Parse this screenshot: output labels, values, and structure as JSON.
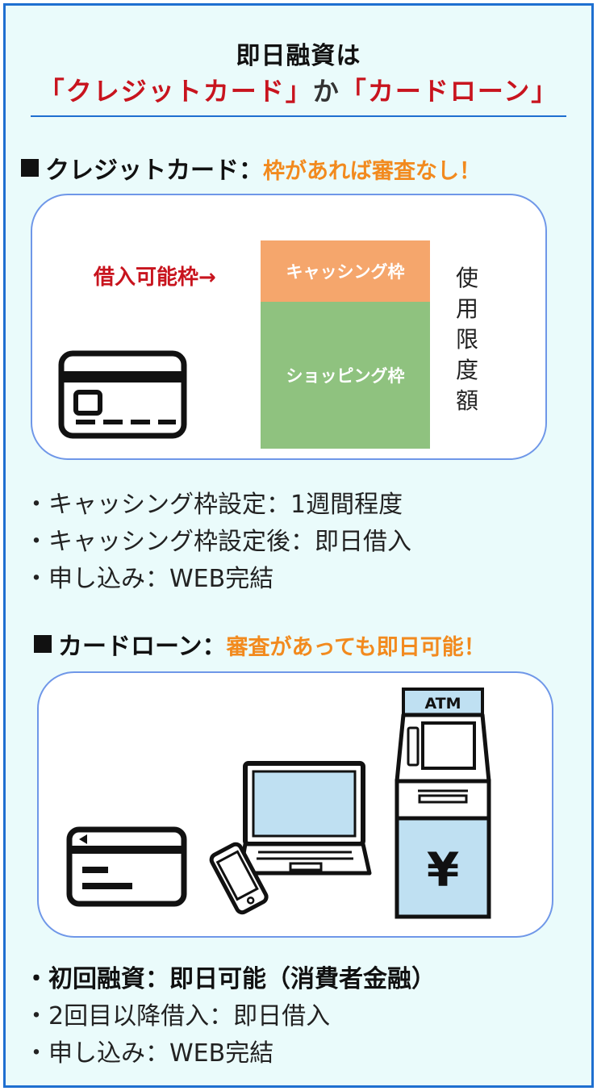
{
  "title": {
    "line1": "即日融資は",
    "line2_part1": "「クレジットカード」",
    "line2_part2": "か",
    "line2_part3": "「カードローン」"
  },
  "credit_section": {
    "heading": "クレジットカード：",
    "accent": "枠があれば審査なし！",
    "diagram": {
      "limit_label": "借入可能枠→",
      "cashing_label": "キャッシング枠",
      "shopping_label": "ショッピング枠",
      "vertical_label": [
        "使",
        "用",
        "限",
        "度",
        "額"
      ]
    },
    "bullets": [
      "・キャッシング枠設定：1週間程度",
      "・キャッシング枠設定後：即日借入",
      "・申し込み：WEB完結"
    ]
  },
  "loan_section": {
    "heading": "カードローン：",
    "accent": "審査があっても即日可能！",
    "atm_label": "ATM",
    "yen_symbol": "¥",
    "bullets": [
      "・初回融資：即日可能（消費者金融）",
      "・2回目以降借入：即日借入",
      "・申し込み：WEB完結"
    ]
  },
  "colors": {
    "accent_orange": "#f28a1e",
    "title_red": "#c8141e",
    "frame_blue": "#1e6fd0",
    "cashing_bar": "#f5a66c",
    "shopping_bar": "#8fc27f",
    "atm_blue": "#bfe0f2"
  },
  "icons": [
    "credit-card-icon",
    "loan-card-icon",
    "laptop-icon",
    "smartphone-icon",
    "atm-icon"
  ]
}
